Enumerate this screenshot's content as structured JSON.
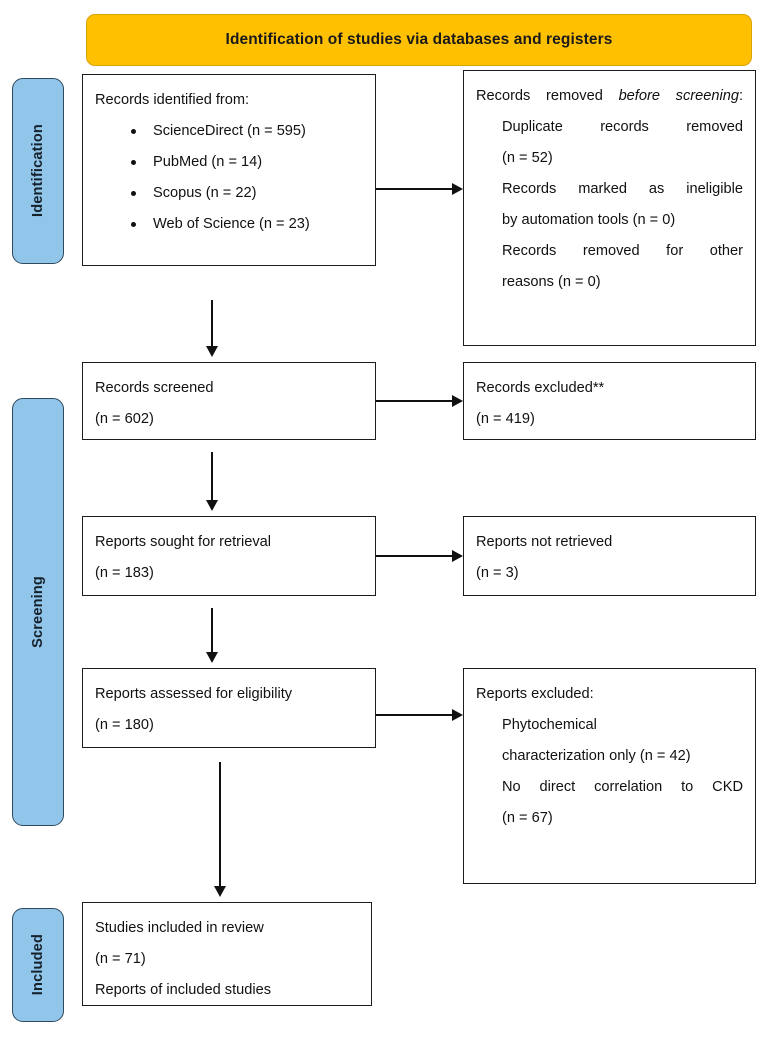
{
  "banner": {
    "title": "Identification of studies via databases and registers",
    "color": "#FFC000"
  },
  "stages": {
    "color": "#92C5EA",
    "identification": "Identification",
    "screening": "Screening",
    "included": "Included"
  },
  "boxes": {
    "identified": {
      "heading": "Records identified from:",
      "sources": [
        "ScienceDirect (n = 595)",
        "PubMed (n = 14)",
        "Scopus (n = 22)",
        "Web of Science (n = 23)"
      ]
    },
    "removed": {
      "heading_lead": "Records removed",
      "heading_italic": "before screening",
      "heading_colon": ":",
      "line1": "Duplicate records removed",
      "line2": "(n = 52)",
      "line3": "Records marked as ineligible",
      "line4": "by automation tools (n = 0)",
      "line5": "Records removed for other",
      "line6": "reasons (n = 0)"
    },
    "screened": {
      "line1": "Records screened",
      "line2": "(n = 602)"
    },
    "excluded": {
      "line1": "Records excluded**",
      "line2": "(n = 419)"
    },
    "sought": {
      "line1": "Reports sought for retrieval",
      "line2": "(n = 183)"
    },
    "not_retrieved": {
      "line1": "Reports not retrieved",
      "line2": "(n = 3)"
    },
    "assessed": {
      "line1": "Reports assessed for eligibility",
      "line2": "(n = 180)"
    },
    "reports_excluded": {
      "heading": "Reports excluded:",
      "line1": "Phytochemical",
      "line2": "characterization only (n = 42)",
      "line3": "No direct correlation to CKD",
      "line4": "(n = 67)"
    },
    "included": {
      "line1": "Studies included in review",
      "line2": "(n = 71)",
      "line3": "Reports of included studies"
    }
  }
}
